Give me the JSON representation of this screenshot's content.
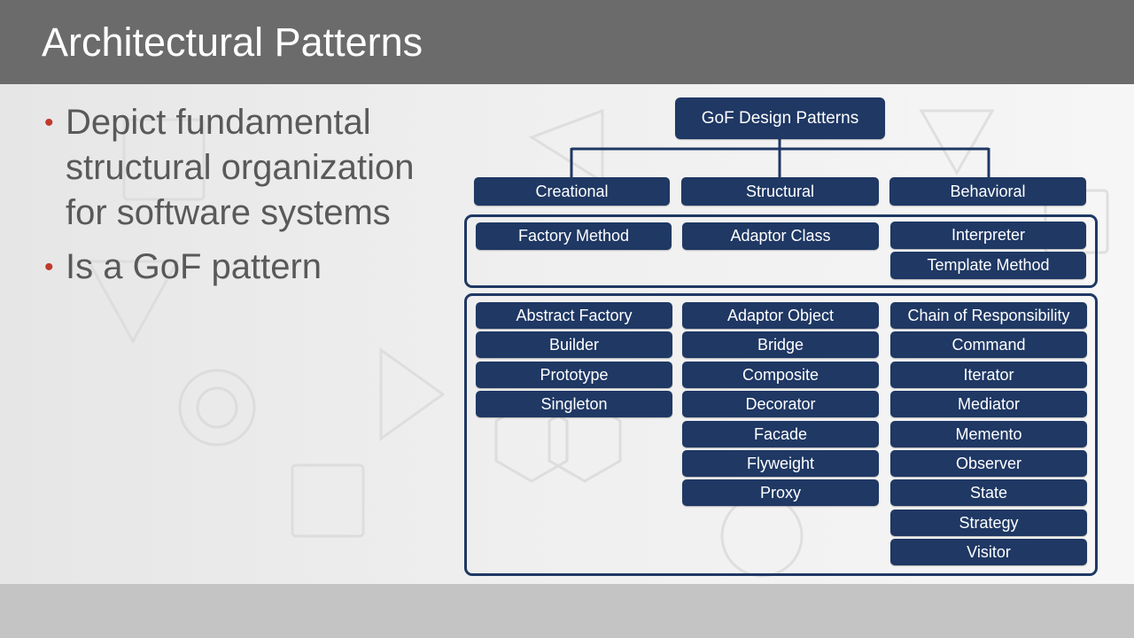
{
  "slide": {
    "title": "Architectural Patterns",
    "bullets": [
      "Depict fundamental structural organization for software systems",
      "Is a GoF pattern"
    ]
  },
  "diagram": {
    "root": "GoF Design Patterns",
    "categories": [
      "Creational",
      "Structural",
      "Behavioral"
    ],
    "class_scope": {
      "creational": [
        "Factory Method"
      ],
      "structural": [
        "Adaptor Class"
      ],
      "behavioral": [
        "Interpreter",
        "Template Method"
      ]
    },
    "object_scope": {
      "creational": [
        "Abstract Factory",
        "Builder",
        "Prototype",
        "Singleton"
      ],
      "structural": [
        "Adaptor Object",
        "Bridge",
        "Composite",
        "Decorator",
        "Facade",
        "Flyweight",
        "Proxy"
      ],
      "behavioral": [
        "Chain of Responsibility",
        "Command",
        "Iterator",
        "Mediator",
        "Memento",
        "Observer",
        "State",
        "Strategy",
        "Visitor"
      ]
    }
  },
  "colors": {
    "node_fill": "#1f3864",
    "title_bar": "#6b6b6b",
    "bullet_marker": "#c0392b",
    "body_text": "#595959"
  }
}
